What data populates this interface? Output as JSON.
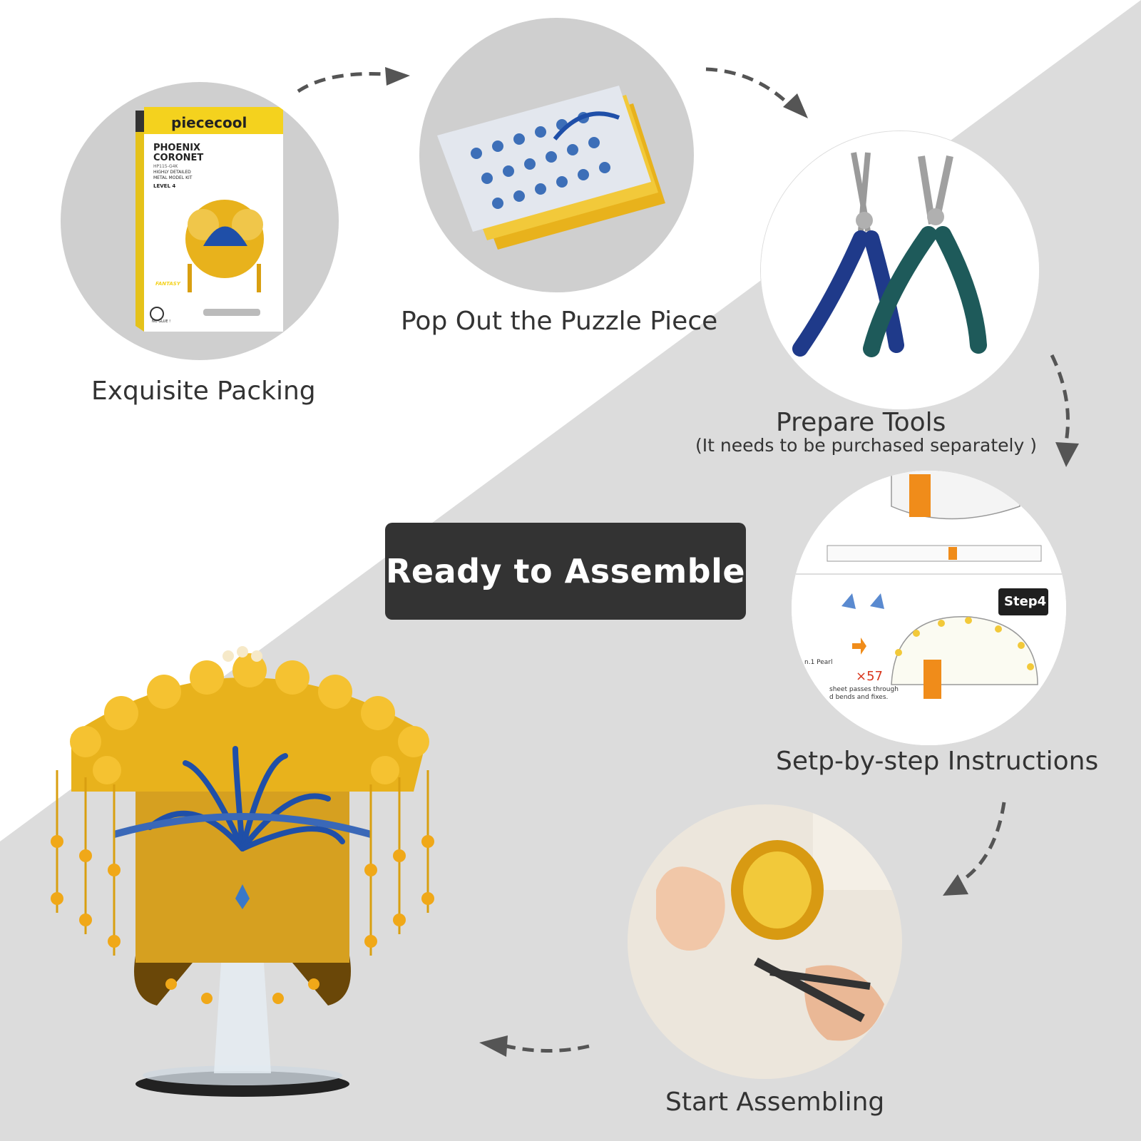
{
  "steps": {
    "packing": {
      "caption": "Exquisite Packing",
      "box_brand": "piececool",
      "box_title_line1": "PHOENIX",
      "box_title_line2": "CORONET",
      "box_code": "HP115-G4K",
      "box_desc_line1": "HIGHLY DETAILED",
      "box_desc_line2": "METAL MODEL KIT",
      "box_level": "LEVEL 4",
      "box_series": "FANTASY",
      "box_noglue": "NO GLUE !"
    },
    "pop_out": {
      "caption": "Pop Out the Puzzle Piece"
    },
    "tools": {
      "caption": "Prepare Tools",
      "note": "(It needs to be purchased separately  )"
    },
    "instructions": {
      "caption": "Setp-by-step Instructions",
      "step_badge": "Step4",
      "count_label": "×57",
      "pearl_label": "n.1 Pearl",
      "note_line1": "sheet passes through",
      "note_line2": "d bends and fixes."
    },
    "assembling": {
      "caption": "Start Assembling"
    }
  },
  "banner": {
    "text": "Ready to Assemble"
  },
  "colors": {
    "background_light": "#ffffff",
    "background_diagonal": "#dcdcdc",
    "circle_gray": "#cfcfcf",
    "banner_bg": "#333333",
    "banner_text": "#ffffff",
    "gold": "#e8b21c",
    "phoenix_blue": "#1f4fa8",
    "arrow": "#555555"
  }
}
